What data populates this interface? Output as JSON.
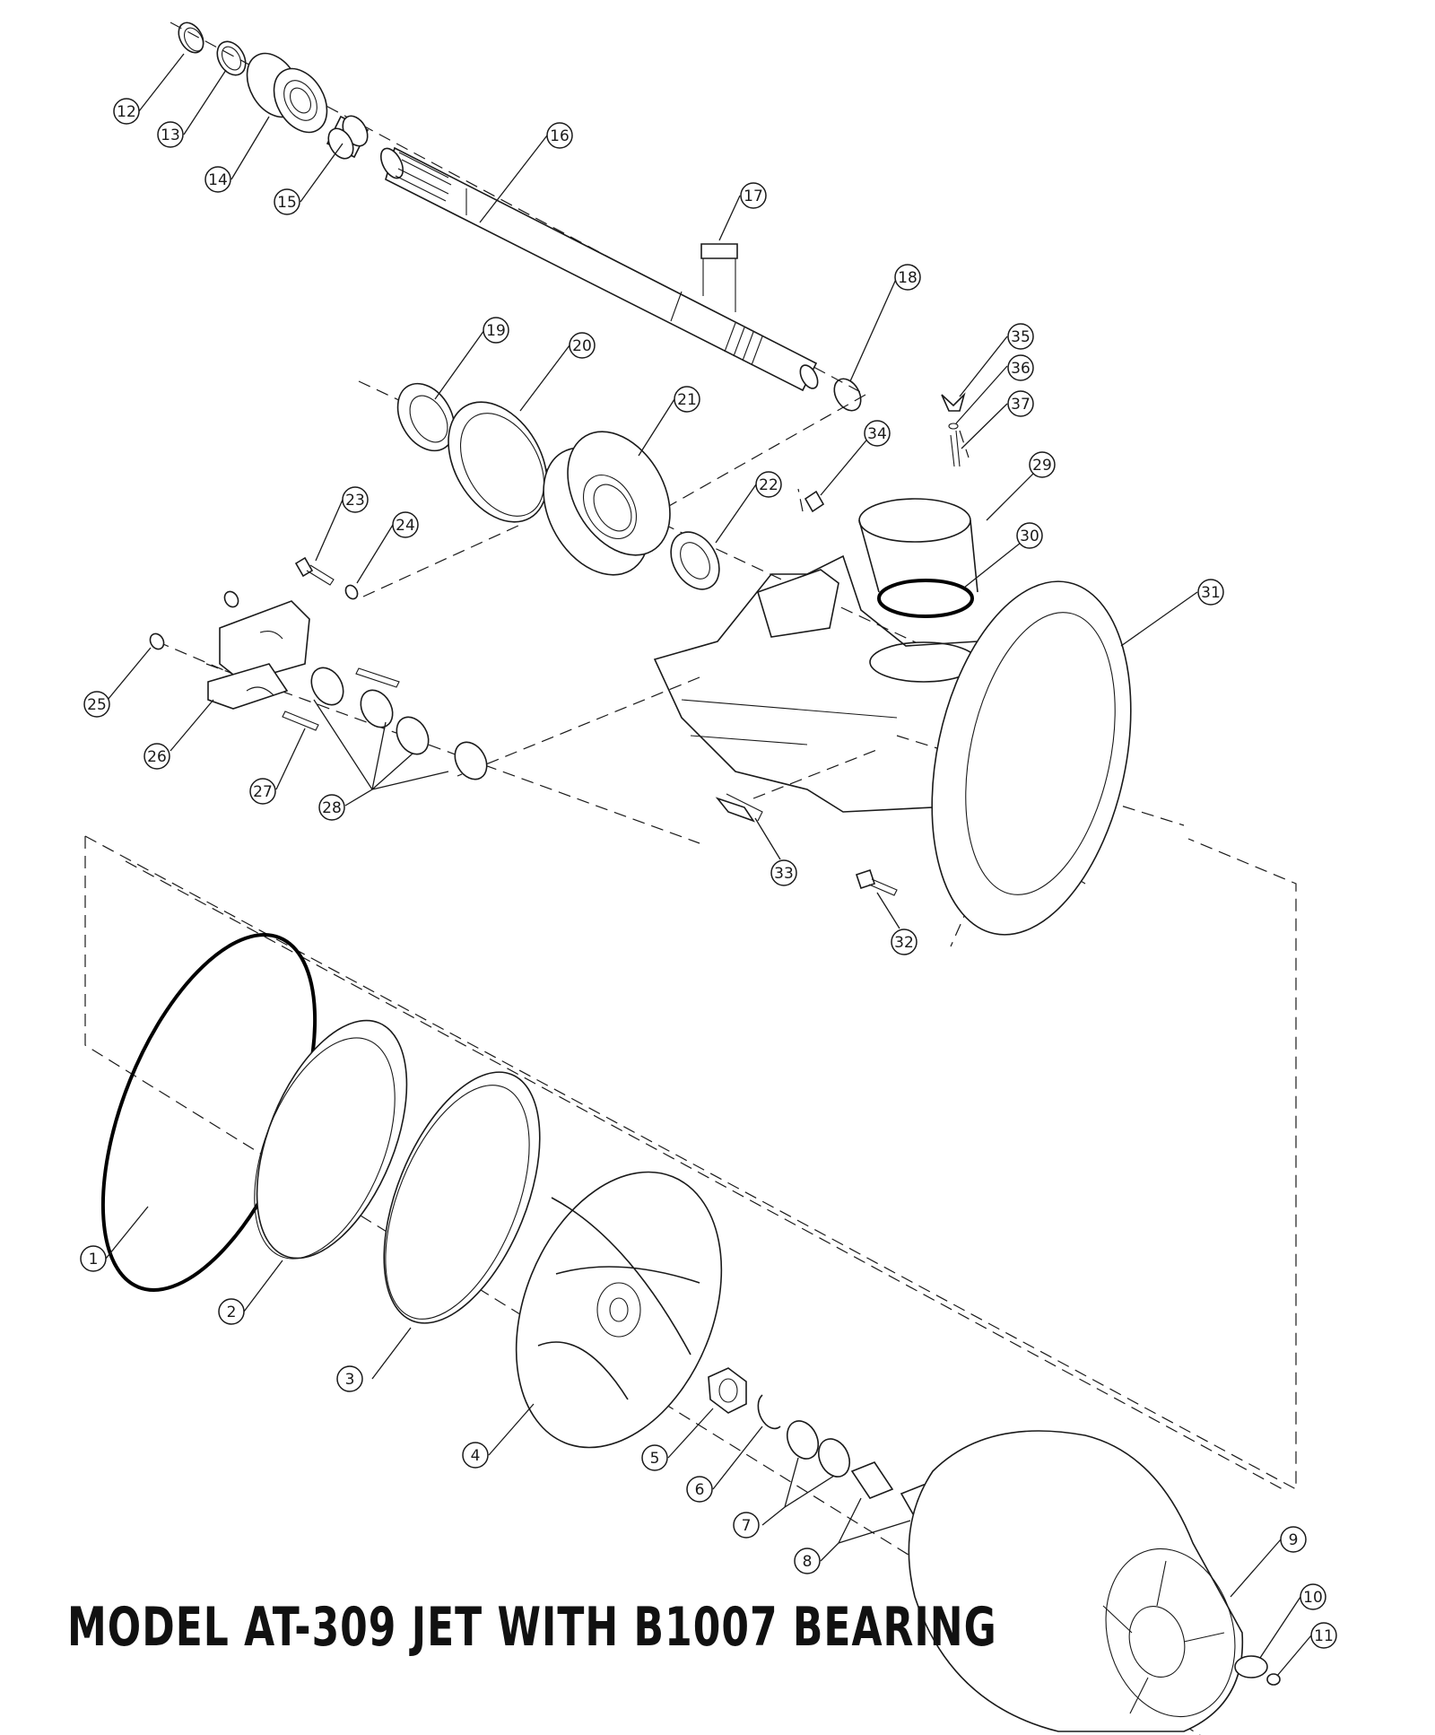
{
  "title": "MODEL AT-309 JET WITH B1007 BEARING",
  "colors": {
    "line": "#1a1a1a",
    "background": "#ffffff"
  },
  "callouts": [
    {
      "label": "1"
    },
    {
      "label": "2"
    },
    {
      "label": "3"
    },
    {
      "label": "4"
    },
    {
      "label": "5"
    },
    {
      "label": "6"
    },
    {
      "label": "7"
    },
    {
      "label": "8"
    },
    {
      "label": "9"
    },
    {
      "label": "10"
    },
    {
      "label": "11"
    },
    {
      "label": "12"
    },
    {
      "label": "13"
    },
    {
      "label": "14"
    },
    {
      "label": "15"
    },
    {
      "label": "16"
    },
    {
      "label": "17"
    },
    {
      "label": "18"
    },
    {
      "label": "19"
    },
    {
      "label": "20"
    },
    {
      "label": "21"
    },
    {
      "label": "22"
    },
    {
      "label": "23"
    },
    {
      "label": "24"
    },
    {
      "label": "25"
    },
    {
      "label": "26"
    },
    {
      "label": "27"
    },
    {
      "label": "28"
    },
    {
      "label": "29"
    },
    {
      "label": "30"
    },
    {
      "label": "31"
    },
    {
      "label": "32"
    },
    {
      "label": "33"
    },
    {
      "label": "34"
    },
    {
      "label": "35"
    },
    {
      "label": "36"
    },
    {
      "label": "37"
    }
  ]
}
